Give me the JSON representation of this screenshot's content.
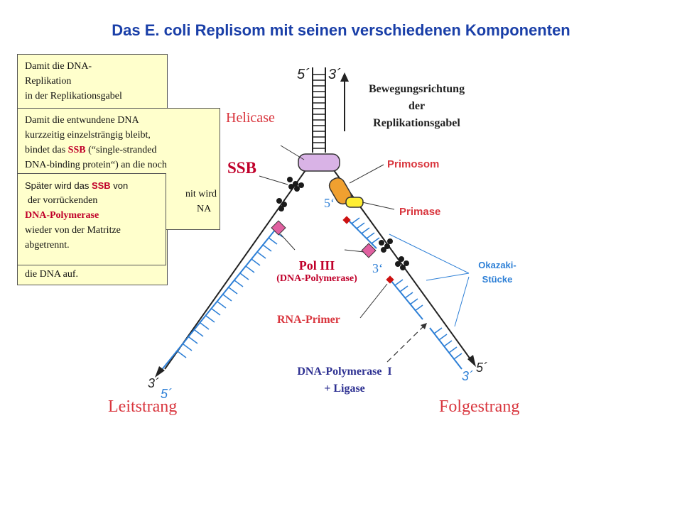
{
  "title": "Das E. coli Replisom mit seinen verschiedenen Komponenten",
  "notes": {
    "note1": [
      "Damit die DNA-",
      "Replikation",
      "in der Replikationsgabel"
    ],
    "note1_tail": "die DNA auf.",
    "note2": {
      "line1": "Damit die entwundene DNA",
      "line2": "kurzzeitig einzelsträngig bleibt,",
      "line3_pre": "bindet das ",
      "line3_ssb": "SSB",
      "line3_post": " (“single-stranded",
      "line4": "DNA-binding protein“) an die noch",
      "line5": "nit wird",
      "line6": "NA"
    },
    "note3": {
      "line1_pre": "Später wird das ",
      "line1_ssb": "SSB",
      "line1_post": " von",
      "line2": "der vorrückenden",
      "line3": "DNA-Polymerase",
      "line4": "wieder von der Matritze",
      "line5": "abgetrennt."
    }
  },
  "labels": {
    "five_prime_top": "5´",
    "three_prime_top": "3´",
    "direction": [
      "Bewegungsrichtung",
      "der",
      "Replikationsgabel"
    ],
    "helicase": "Helicase",
    "ssb": "SSB",
    "primosom": "Primosom",
    "primase": "Primase",
    "five_prime_mid": "5‘",
    "pol3": "Pol III",
    "pol3_sub": "(DNA-Polymerase)",
    "three_prime_mid": "3‘",
    "okazaki": [
      "Okazaki-",
      "Stücke"
    ],
    "rna_primer": "RNA-Primer",
    "pol1": [
      "DNA-Polymerase  I",
      "+ Ligase"
    ],
    "left_3": "3´",
    "left_5": "5´",
    "right_3": "3´",
    "right_5": "5´",
    "leitstrang": "Leitstrang",
    "folgestrang": "Folgestrang"
  },
  "colors": {
    "title": "#1a3fa8",
    "red_label": "#d9363e",
    "strand_blue": "#2d7fd6",
    "helicase": "#d9b3e6",
    "primosom": "#f0a030",
    "primase": "#ffee33",
    "pol3": "#e060a0",
    "note_bg": "#ffffcc"
  }
}
